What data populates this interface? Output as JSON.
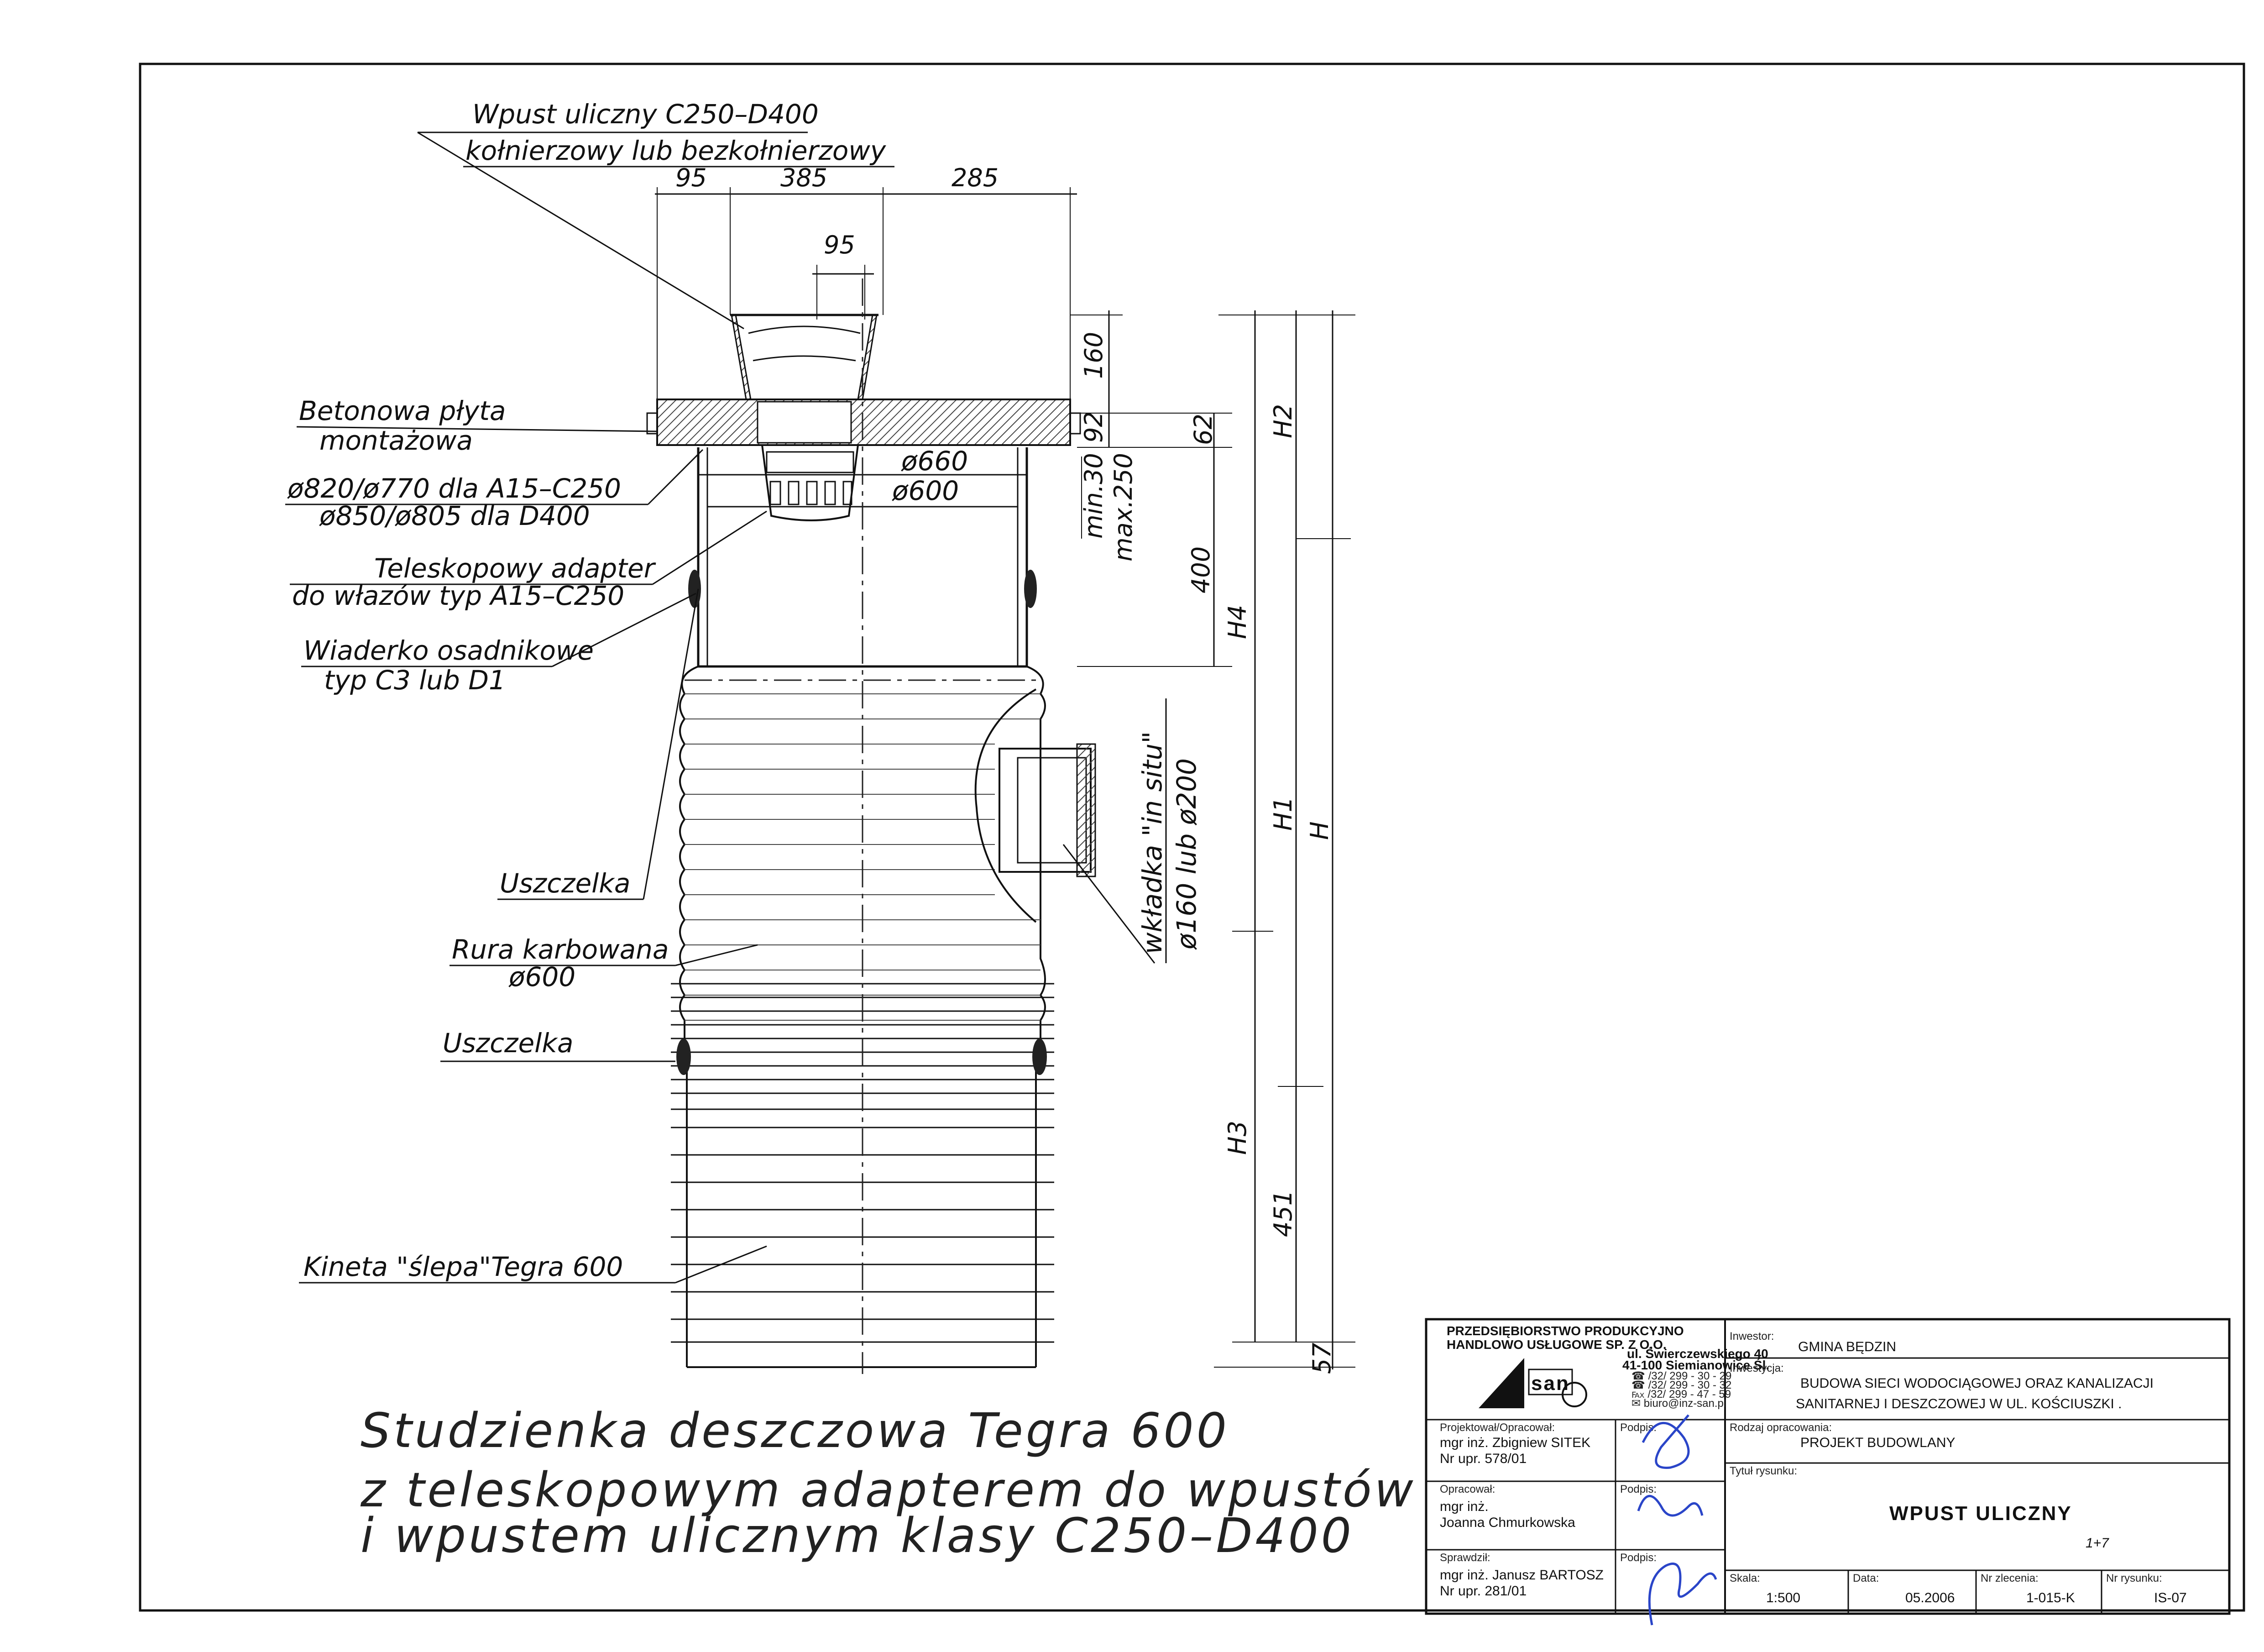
{
  "labels": {
    "wpust_line1": "Wpust uliczny C250–D400",
    "wpust_line2": "kołnierzowy lub bezkołnierzowy",
    "plyta_line1": "Betonowa płyta",
    "plyta_line2": "montażowa",
    "dia_line1": "ø820/ø770 dla A15–C250",
    "dia_line2": "ø850/ø805 dla D400",
    "adapter_line1": "Teleskopowy adapter",
    "adapter_line2": "do włazów typ A15–C250",
    "wiaderko_line1": "Wiaderko osadnikowe",
    "wiaderko_line2": "typ C3 lub D1",
    "uszczelka_1": "Uszczelka",
    "rura_line1": "Rura karbowana",
    "rura_line2": "ø600",
    "uszczelka_2": "Uszczelka",
    "kineta": "Kineta \"ślepa\"Tegra 600",
    "wkladka_line1": "wkładka \"in situ\"",
    "wkladka_line2": "ø160 lub ø200",
    "d660": "ø660",
    "d600": "ø600",
    "min_max_1": "min.30",
    "min_max_2": "max.250"
  },
  "dimensions": {
    "d95a": "95",
    "d385": "385",
    "d285": "285",
    "d95b": "95",
    "d160": "160",
    "d92": "92",
    "d62": "62",
    "d400": "400",
    "d451": "451",
    "d57": "57",
    "H": "H",
    "H1": "H1",
    "H2": "H2",
    "H3": "H3",
    "H4": "H4"
  },
  "caption": {
    "line1": "Studzienka deszczowa Tegra 600",
    "line2": "z teleskopowym adapterem do wpustów",
    "line3": "i wpustem ulicznym klasy C250–D400"
  },
  "title_block": {
    "company_line1": "PRZEDSIĘBIORSTWO PRODUKCYJNO",
    "company_line2": "HANDLOWO USŁUGOWE  SP. Z O.O.",
    "address_line1": "ul. Świerczewskiego 40",
    "address_line2": "41-100 Siemianowice Śl.",
    "phone1": "☎ /32/ 299 - 30 - 29",
    "phone2": "☎ /32/ 299 - 30 - 32",
    "fax": "℻ /32/ 299 - 47 - 59",
    "email": "✉ biuro@inz-san.pl",
    "logo_text": "san",
    "inwestor_label": "Inwestor:",
    "inwestor": "GMINA BĘDZIN",
    "inwestycja_label": "Inwestycja:",
    "inwestycja_line1": "BUDOWA SIECI WODOCIĄGOWEJ ORAZ KANALIZACJI",
    "inwestycja_line2": "SANITARNEJ I DESZCZOWEJ W UL. KOŚCIUSZKI  .",
    "projektowal_label": "Projektował/Opracował:",
    "projektowal_line1": "mgr inż. Zbigniew SITEK",
    "projektowal_line2": "Nr upr. 578/01",
    "podpis_label": "Podpis:",
    "rodzaj_label": "Rodzaj opracowania:",
    "rodzaj": "PROJEKT BUDOWLANY",
    "opracowal_label": "Opracował:",
    "opracowal_line1": "mgr inż.",
    "opracowal_line2": "Joanna Chmurkowska",
    "tytul_label": "Tytuł rysunku:",
    "tytul": "WPUST  ULICZNY",
    "sprawdzil_label": "Sprawdził:",
    "sprawdzil_line1": "mgr inż. Janusz BARTOSZ",
    "sprawdzil_line2": "Nr upr. 281/01",
    "skala_label": "Skala:",
    "skala": "1:500",
    "data_label": "Data:",
    "data": "05.2006",
    "nr_zlecenia_label": "Nr zlecenia:",
    "nr_zlecenia": "1-015-K",
    "nr_rysunku_label": "Nr rysunku:",
    "nr_rysunku": "IS-07",
    "handwritten": "1+7"
  },
  "colors": {
    "ink": "#111111",
    "signature": "#2a45c8",
    "hatch": "#555555"
  }
}
